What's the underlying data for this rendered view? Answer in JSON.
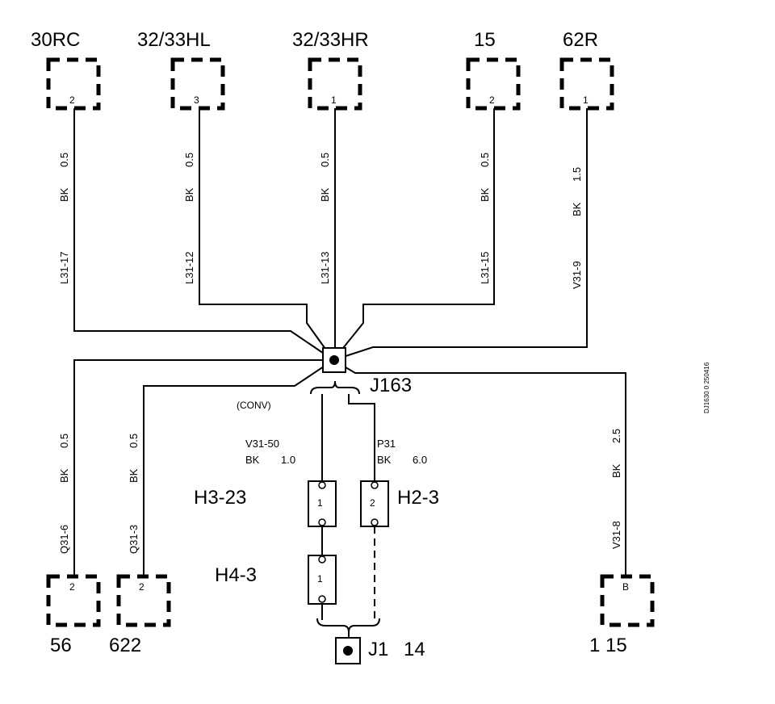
{
  "connectors": [
    {
      "id": "30RC",
      "pin": "2",
      "gauge": "0.5",
      "color": "BK",
      "circuit": "L31-17"
    },
    {
      "id": "32/33HL",
      "pin": "3",
      "gauge": "0.5",
      "color": "BK",
      "circuit": "L31-12"
    },
    {
      "id": "32/33HR",
      "pin": "1",
      "gauge": "0.5",
      "color": "BK",
      "circuit": "L31-13"
    },
    {
      "id": "15",
      "pin": "2",
      "gauge": "0.5",
      "color": "BK",
      "circuit": "L31-15"
    },
    {
      "id": "62R",
      "pin": "1",
      "gauge": "1.5",
      "color": "BK",
      "circuit": "V31-9"
    },
    {
      "id": "56",
      "pin": "2",
      "gauge": "0.5",
      "color": "BK",
      "circuit": "Q31-6"
    },
    {
      "id": "622",
      "pin": "2",
      "gauge": "0.5",
      "color": "BK",
      "circuit": "Q31-3"
    },
    {
      "id": "1 15",
      "pin": "B",
      "gauge": "2.5",
      "color": "BK",
      "circuit": "V31-8"
    }
  ],
  "splice": {
    "label": "J163",
    "conv": "(CONV)"
  },
  "wires": [
    {
      "circuit": "V31-50",
      "color": "BK",
      "gauge": "1.0"
    },
    {
      "circuit": "P31",
      "color": "BK",
      "gauge": "6.0"
    }
  ],
  "components": [
    {
      "label": "H3-23",
      "pin": "1"
    },
    {
      "label": "H2-3",
      "pin": "2"
    },
    {
      "label": "H4-3",
      "pin": "1"
    }
  ],
  "ground": {
    "label": "J1",
    "number": "14"
  },
  "figure_id": "DJ1630 0 250416"
}
